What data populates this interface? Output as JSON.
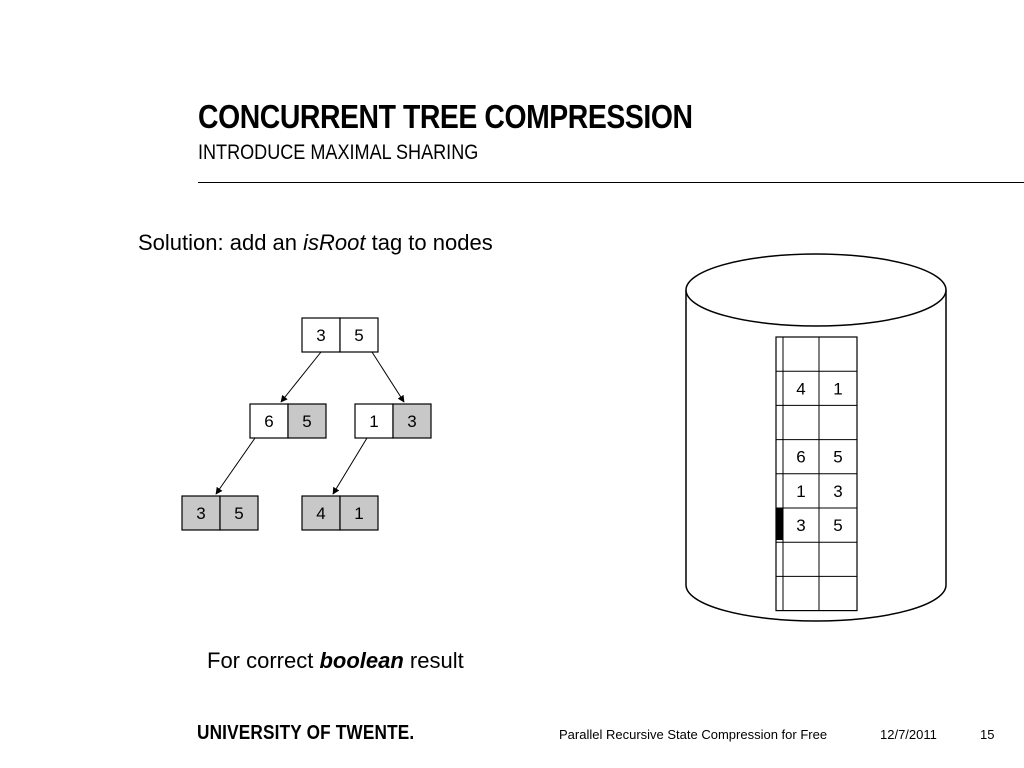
{
  "slide": {
    "title": "CONCURRENT TREE COMPRESSION",
    "subtitle": "INTRODUCE MAXIMAL SHARING",
    "solution_prefix": "Solution: add an ",
    "solution_italic": "isRoot",
    "solution_suffix": " tag to nodes",
    "result_prefix": "For correct ",
    "result_emphasis": "boolean",
    "result_suffix": " result"
  },
  "tree": {
    "root": [
      "3",
      "5"
    ],
    "left": [
      "6",
      "5"
    ],
    "right": [
      "1",
      "3"
    ],
    "left_leaf": [
      "3",
      "5"
    ],
    "right_leaf": [
      "4",
      "1"
    ]
  },
  "table_rows": [
    [
      "",
      ""
    ],
    [
      "4",
      "1"
    ],
    [
      "",
      ""
    ],
    [
      "6",
      "5"
    ],
    [
      "1",
      "3"
    ],
    [
      "3",
      "5"
    ],
    [
      "",
      ""
    ],
    [
      "",
      ""
    ]
  ],
  "footer": {
    "university": "UNIVERSITY OF TWENTE.",
    "presentation": "Parallel Recursive State Compression for Free",
    "date": "12/7/2011",
    "page": "15"
  },
  "colors": {
    "shaded_cell": "#c8c8c8",
    "marker": "#000000"
  }
}
